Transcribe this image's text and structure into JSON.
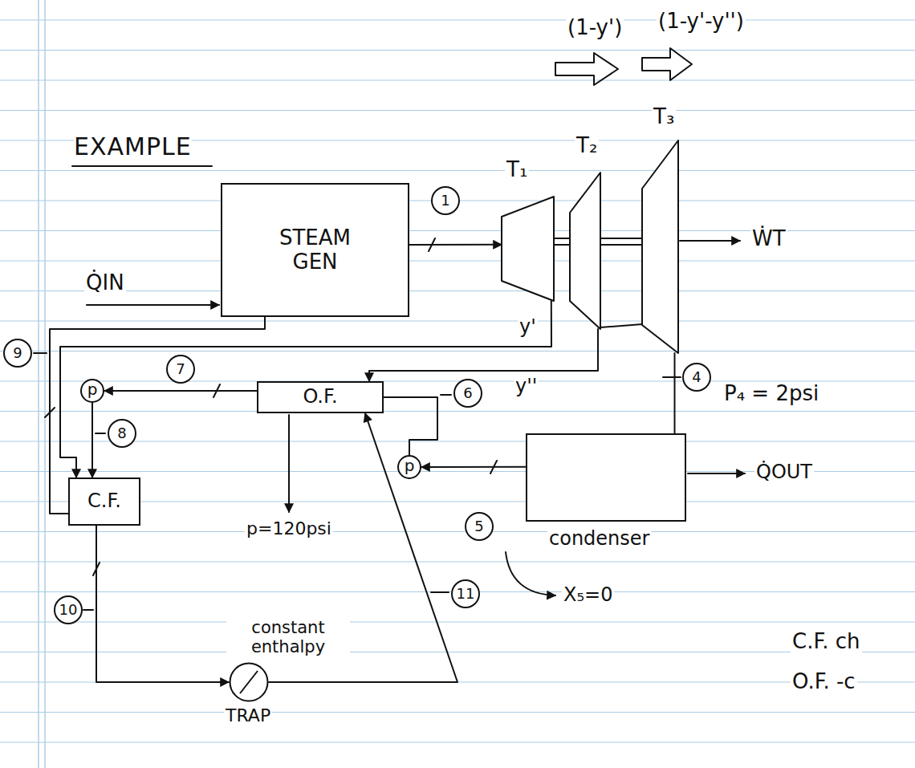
{
  "diagram": {
    "title": "EXAMPLE",
    "nodes": [
      {
        "text": [
          "STEAM GEN"
        ]
      },
      {
        "text": [
          "T₁"
        ]
      },
      {
        "text": [
          "T₂"
        ]
      },
      {
        "text": [
          "T₃"
        ]
      },
      {
        "text": [
          "p"
        ]
      },
      {
        "text": [
          "O.F."
        ]
      },
      {
        "text": [
          "p"
        ]
      },
      {
        "text": [
          "condenser"
        ]
      },
      {
        "text": [
          "C.F."
        ]
      },
      {
        "text": [
          "TRAP"
        ]
      }
    ],
    "edges": [
      {
        "from": 0,
        "to": 1,
        "arrow": "to"
      },
      {
        "from": 1,
        "to": 2,
        "arrow": "none"
      },
      {
        "from": 2,
        "to": 3,
        "arrow": "none"
      },
      {
        "from": 3,
        "to": 7,
        "arrow": "none"
      },
      {
        "from": 7,
        "to": 6,
        "arrow": "to"
      },
      {
        "from": 6,
        "to": 5,
        "arrow": "none"
      },
      {
        "from": 1,
        "to": 8,
        "arrow": "to"
      },
      {
        "from": 2,
        "to": 5,
        "arrow": "to"
      },
      {
        "from": 5,
        "to": 4,
        "arrow": "to"
      },
      {
        "from": 4,
        "to": 8,
        "arrow": "to"
      },
      {
        "from": 8,
        "to": 0,
        "arrow": "none"
      },
      {
        "from": 8,
        "to": 9,
        "arrow": "to"
      },
      {
        "from": 9,
        "to": 5,
        "arrow": "to"
      }
    ],
    "labels": [
      "(1-y')",
      "(1-y'-y'')",
      "1",
      "ẆT",
      "Q̇IN",
      "y'",
      "y''",
      "9",
      "7",
      "6",
      "4",
      "P₄ = 2psi",
      "8",
      "5",
      "Q̇OUT",
      "X₅=0",
      "p=120psi",
      "10",
      "11",
      "constant enthalpy",
      "C.F. ch",
      "O.F. -c"
    ]
  }
}
